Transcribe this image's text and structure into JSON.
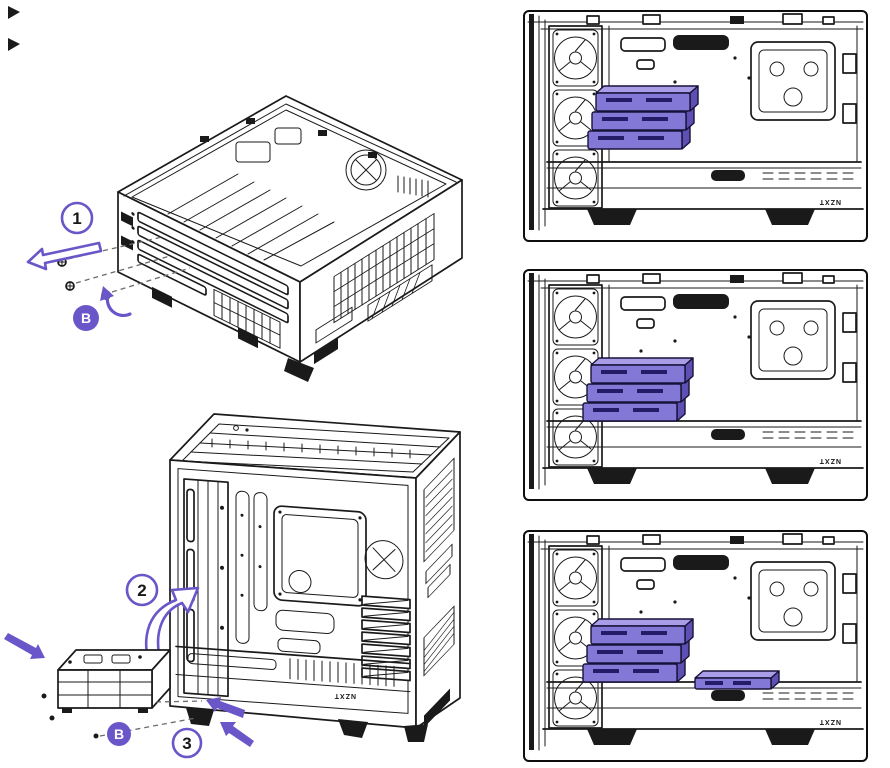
{
  "colors": {
    "accent": "#6a56c9",
    "cage": "#8478d6",
    "cage_dark": "#5e4fb2",
    "cage_light": "#a89de6",
    "line": "#1a1a1a",
    "background": "#ffffff"
  },
  "steps": [
    {
      "label": "1"
    },
    {
      "label": "2"
    },
    {
      "label": "3"
    }
  ],
  "badges": [
    {
      "label": "B"
    },
    {
      "label": "B"
    }
  ],
  "logo_text": "NZXT"
}
